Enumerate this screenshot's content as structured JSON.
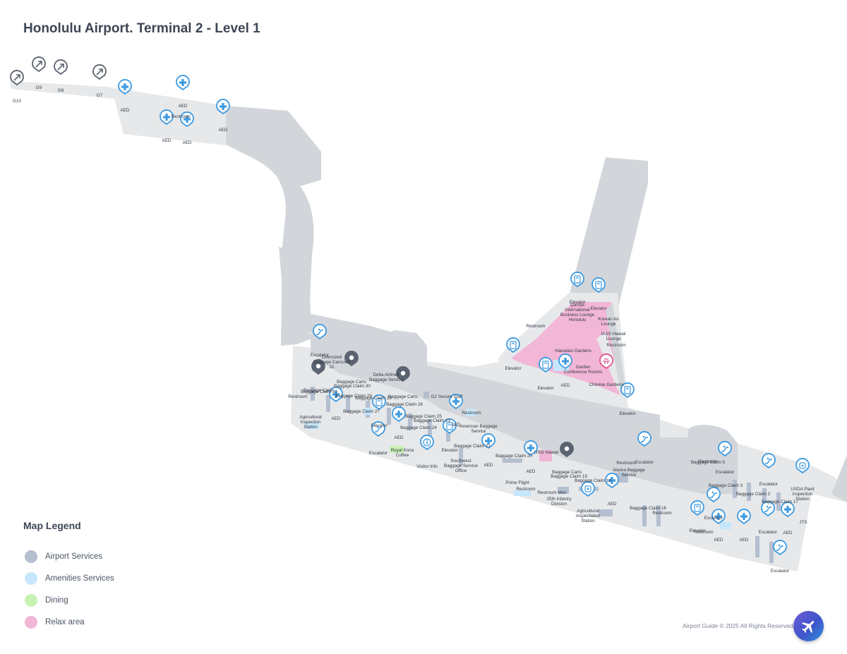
{
  "title": "Honolulu Airport. Terminal 2  - Level 1",
  "colors": {
    "floor": "#e6e8ea",
    "corridor": "#d2d6da",
    "airport_services": "#b4bfd0",
    "amenities_services": "#c6e6fb",
    "dining": "#c8f2b4",
    "relax_area": "#f2b6d6",
    "marker_blue": "#3f9ae0",
    "marker_dark": "#5c6370"
  },
  "legend": {
    "title": "Map Legend",
    "items": [
      {
        "label": "Airport Services",
        "color": "#b4bfd0"
      },
      {
        "label": "Amenities Services",
        "color": "#c6e6fb"
      },
      {
        "label": "Dining",
        "color": "#c8f2b4"
      },
      {
        "label": "Relax area",
        "color": "#f2b6d6"
      }
    ]
  },
  "copyright": "Airport Guide © 2025 All Rights Reserved.",
  "fab_icon": "airplane-icon",
  "gate_labels": [
    "G10",
    "G9",
    "G8",
    "G7"
  ],
  "markers": [
    {
      "icon": "arrow-up-right-icon",
      "label": "G10"
    },
    {
      "icon": "arrow-up-right-icon",
      "label": "G9"
    },
    {
      "icon": "arrow-up-right-icon",
      "label": "G8"
    },
    {
      "icon": "arrow-up-right-icon",
      "label": "G7"
    },
    {
      "icon": "aed-icon",
      "label": "AED"
    },
    {
      "icon": "aed-icon",
      "label": "AED"
    },
    {
      "icon": "aed-icon",
      "label": "AED"
    },
    {
      "icon": "aed-icon",
      "label": "AED"
    },
    {
      "icon": "aed-icon",
      "label": "AED"
    },
    {
      "icon": "escalator-icon",
      "label": "Escalator"
    },
    {
      "icon": "location-pin-icon",
      "label": "Baggage Carts"
    },
    {
      "icon": "location-pin-icon",
      "label": "Baggage Carts"
    },
    {
      "icon": "location-pin-icon",
      "label": "Baggage Carts"
    },
    {
      "icon": "aed-icon",
      "label": "AED"
    },
    {
      "icon": "elevator-icon",
      "label": "Elevator"
    },
    {
      "icon": "aed-icon",
      "label": "AED"
    },
    {
      "icon": "aed-icon",
      "label": "AED"
    },
    {
      "icon": "escalator-icon",
      "label": "Escalator"
    },
    {
      "icon": "elevator-icon",
      "label": "Elevator"
    },
    {
      "icon": "info-icon",
      "label": "Visitor Info"
    },
    {
      "icon": "aed-icon",
      "label": "AED"
    },
    {
      "icon": "aed-icon",
      "label": "AED"
    },
    {
      "icon": "location-pin-icon",
      "label": "Baggage Carts"
    },
    {
      "icon": "elevator-icon",
      "label": "Elevator"
    },
    {
      "icon": "elevator-icon",
      "label": "Elevator"
    },
    {
      "icon": "elevator-icon",
      "label": "Elevator"
    },
    {
      "icon": "elevator-icon",
      "label": "Elevator"
    },
    {
      "icon": "aed-icon",
      "label": "AED"
    },
    {
      "icon": "garden-icon",
      "label": "Chinese Gardens"
    },
    {
      "icon": "elevator-icon",
      "label": "Elevator"
    },
    {
      "icon": "escalator-icon",
      "label": "Escalator"
    },
    {
      "icon": "agriculture-icon",
      "label": "Agricultural Inspectation Station"
    },
    {
      "icon": "aed-icon",
      "label": "AED"
    },
    {
      "icon": "escalator-icon",
      "label": "Escalator"
    },
    {
      "icon": "escalator-icon",
      "label": "Escalator"
    },
    {
      "icon": "escalator-icon",
      "label": "Escalator"
    },
    {
      "icon": "plant-inspection-icon",
      "label": "USDA Plant Inspection Station"
    },
    {
      "icon": "elevator-icon",
      "label": "Elevator"
    },
    {
      "icon": "aed-icon",
      "label": "AED"
    },
    {
      "icon": "aed-icon",
      "label": "AED"
    },
    {
      "icon": "escalator-icon",
      "label": "Escalator"
    },
    {
      "icon": "aed-icon",
      "label": "AED"
    },
    {
      "icon": "escalator-icon",
      "label": "Escalator"
    }
  ],
  "text_labels": [
    "Restroom",
    "Oversized Baggage Carousel 31",
    "Delta Airlines Baggage Service",
    "Baggage Claim 30",
    "Baggage Claim 31",
    "Restroom",
    "Agricultural Inspection Station",
    "Baggage Claim 29",
    "Baggage Claim 28",
    "Baggage Claim 27",
    "Baggage Claim 26",
    "G2 Secure Staff",
    "Baggage Claim 25",
    "Baggage Claim 23",
    "Baggage Claim 24",
    "Restroom",
    "American Baggage Service",
    "Royal Kona Coffee",
    "Southwest Baggage Service Office",
    "Baggage Claim 21",
    "Baggage Claim 20",
    "USO Hawaii",
    "Baggage Claim 19",
    "Baggage Claim 18",
    "Prime Flight",
    "Restroom",
    "Restroom Men",
    "25th Infantry Division",
    "Qantas International Business Lounge Honolulu",
    "Korean Air Lounge",
    "Restroom",
    "IASS Hawaii Lounge",
    "Restroom",
    "Hawaiian Gardens",
    "Garden Conference Rooms",
    "Restroom",
    "Alaska Baggage Service",
    "Restroom",
    "Baggage Claim 5",
    "Baggage Claim 3",
    "Baggage Claim 2",
    "Baggage Claim 17",
    "Baggage Claim 16",
    "Restroom",
    "Restroom",
    "JTS"
  ]
}
